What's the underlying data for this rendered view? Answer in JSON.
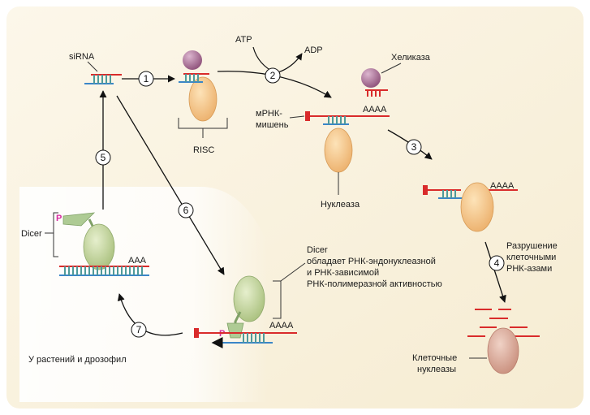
{
  "labels": {
    "sirna": "siRNA",
    "risc": "RISC",
    "atp": "ATP",
    "adp": "ADP",
    "helicase": "Хеликаза",
    "mrna_target_line1": "мРНК-",
    "mrna_target_line2": "мишень",
    "polya_1": "AAAA",
    "polya_2": "AAAA",
    "polya_3": "AAAA",
    "polya_4": "AAA",
    "nuclease": "Нуклеаза",
    "degradation_line1": "Разрушение",
    "degradation_line2": "клеточными",
    "degradation_line3": "РНК-азами",
    "cell_nucleases_line1": "Клеточные",
    "cell_nucleases_line2": "нуклеазы",
    "dicer_left": "Dicer",
    "dicer_desc_line1": "Dicer",
    "dicer_desc_line2": "обладает РНК-эндонуклеазной",
    "dicer_desc_line3": "и РНК-зависимой",
    "dicer_desc_line4": "РНК-полимеразной активностью",
    "plants": "У растений и дрозофил",
    "phosphate_1": "P",
    "phosphate_2": "P"
  },
  "steps": [
    "1",
    "2",
    "3",
    "4",
    "5",
    "6",
    "7"
  ],
  "colors": {
    "page": "#ffffff",
    "panel": "#fbf6e9",
    "rna_red": "#d92b2b",
    "strand_blue": "#3a86c8",
    "rung_teal": "#4f9a9a",
    "risc_orange": "#f1c488",
    "helicase_purple": "#a9749a",
    "dicer_green": "#c2d59b",
    "cell_nuclease_pink": "#dcaa9a",
    "phosphate_magenta": "#d62aa0"
  }
}
